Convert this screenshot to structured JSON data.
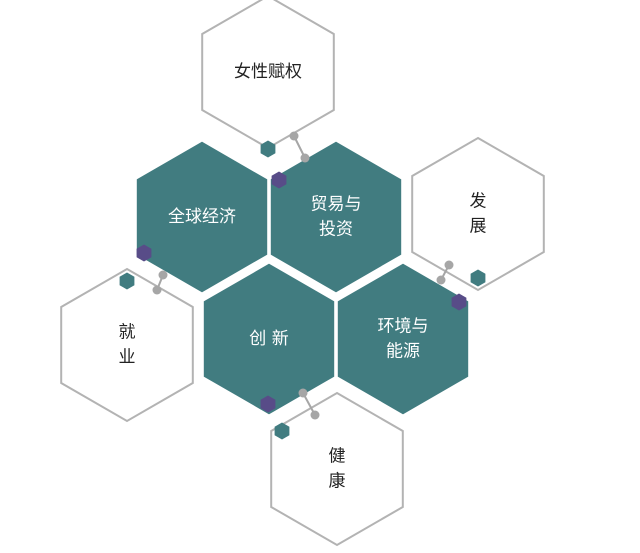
{
  "colors": {
    "teal": "#417c80",
    "purple": "#584c88",
    "outline": "#b3b3b3",
    "connector": "#a6a6a6"
  },
  "hexagons": [
    {
      "id": "women-empowerment",
      "style": "outline",
      "lines": [
        "女性赋权"
      ]
    },
    {
      "id": "global-economy",
      "style": "filled",
      "lines": [
        "全球经济"
      ]
    },
    {
      "id": "trade-investment",
      "style": "filled",
      "lines": [
        "贸易与",
        "投资"
      ]
    },
    {
      "id": "development",
      "style": "outline",
      "lines": [
        "发",
        "展"
      ]
    },
    {
      "id": "employment",
      "style": "outline",
      "lines": [
        "就",
        "业"
      ]
    },
    {
      "id": "innovation",
      "style": "filled",
      "lines": [
        "创  新"
      ]
    },
    {
      "id": "environment-energy",
      "style": "filled",
      "lines": [
        "环境与",
        "能源"
      ]
    },
    {
      "id": "health",
      "style": "outline",
      "lines": [
        "健",
        "康"
      ]
    }
  ]
}
